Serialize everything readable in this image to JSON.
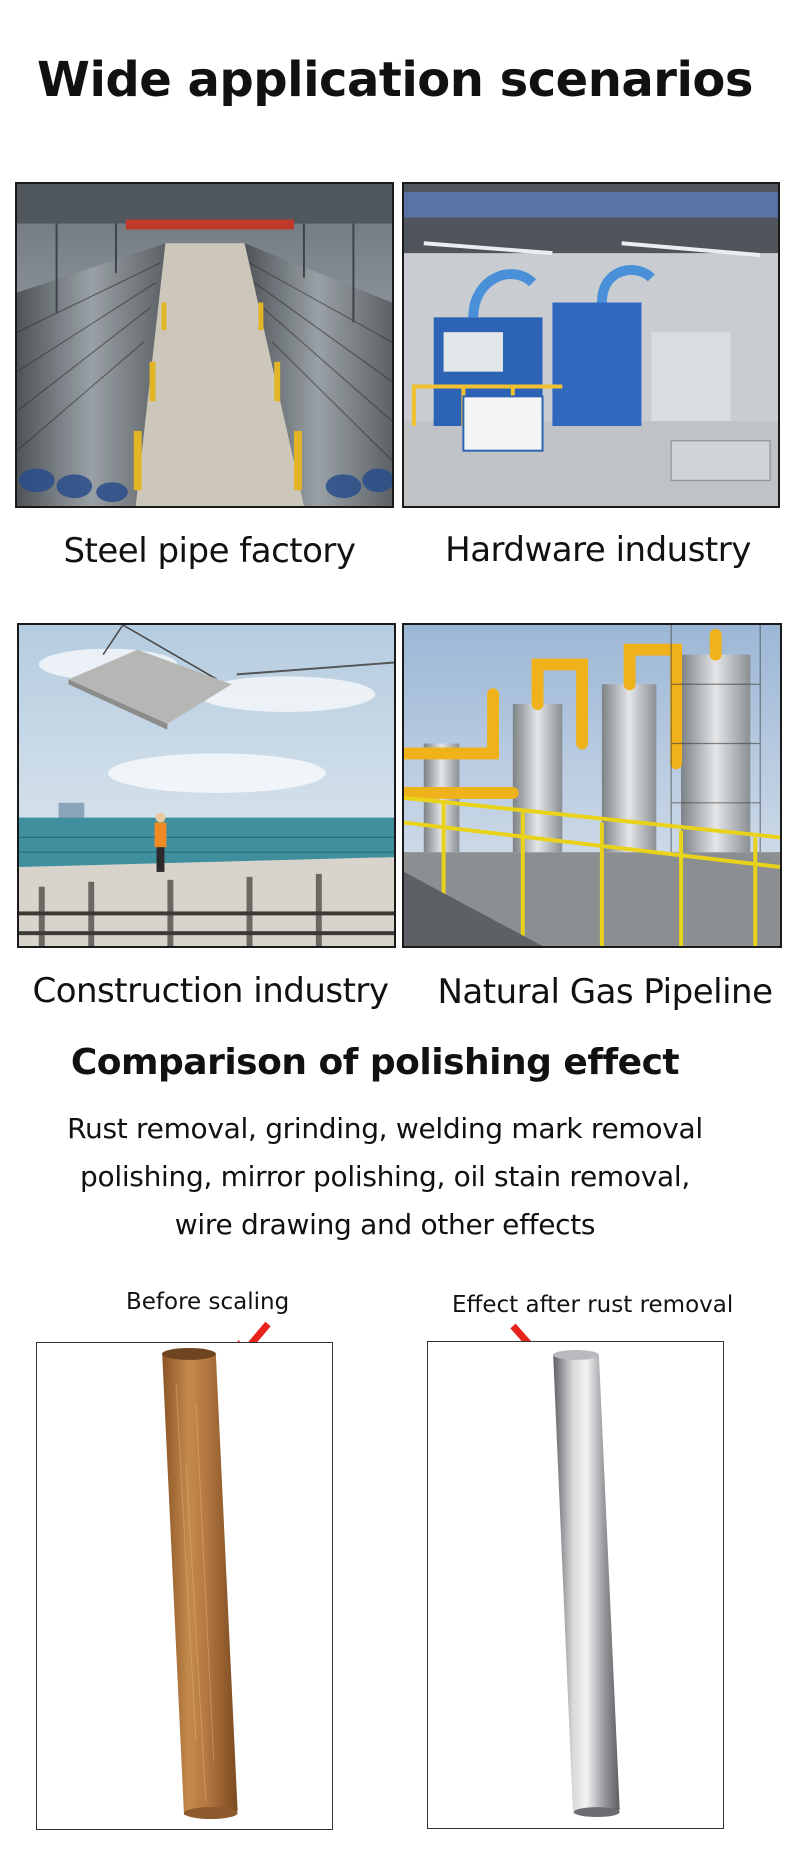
{
  "header": {
    "title": "Wide application scenarios"
  },
  "scenarios": [
    {
      "label": "Steel pipe factory"
    },
    {
      "label": "Hardware industry"
    },
    {
      "label": "Construction industry"
    },
    {
      "label": "Natural Gas Pipeline"
    }
  ],
  "comparison": {
    "title": "Comparison of polishing effect",
    "description_lines": [
      "Rust removal, grinding, welding mark removal",
      "polishing, mirror polishing, oil stain removal,",
      "wire drawing and other effects"
    ],
    "before_label": "Before scaling",
    "after_label": "Effect after rust removal"
  },
  "colors": {
    "arrow": "#e8231b",
    "rust": "#b7793f",
    "steel": "#a7a9ac",
    "pipe_yellow": "#f0b21b"
  }
}
